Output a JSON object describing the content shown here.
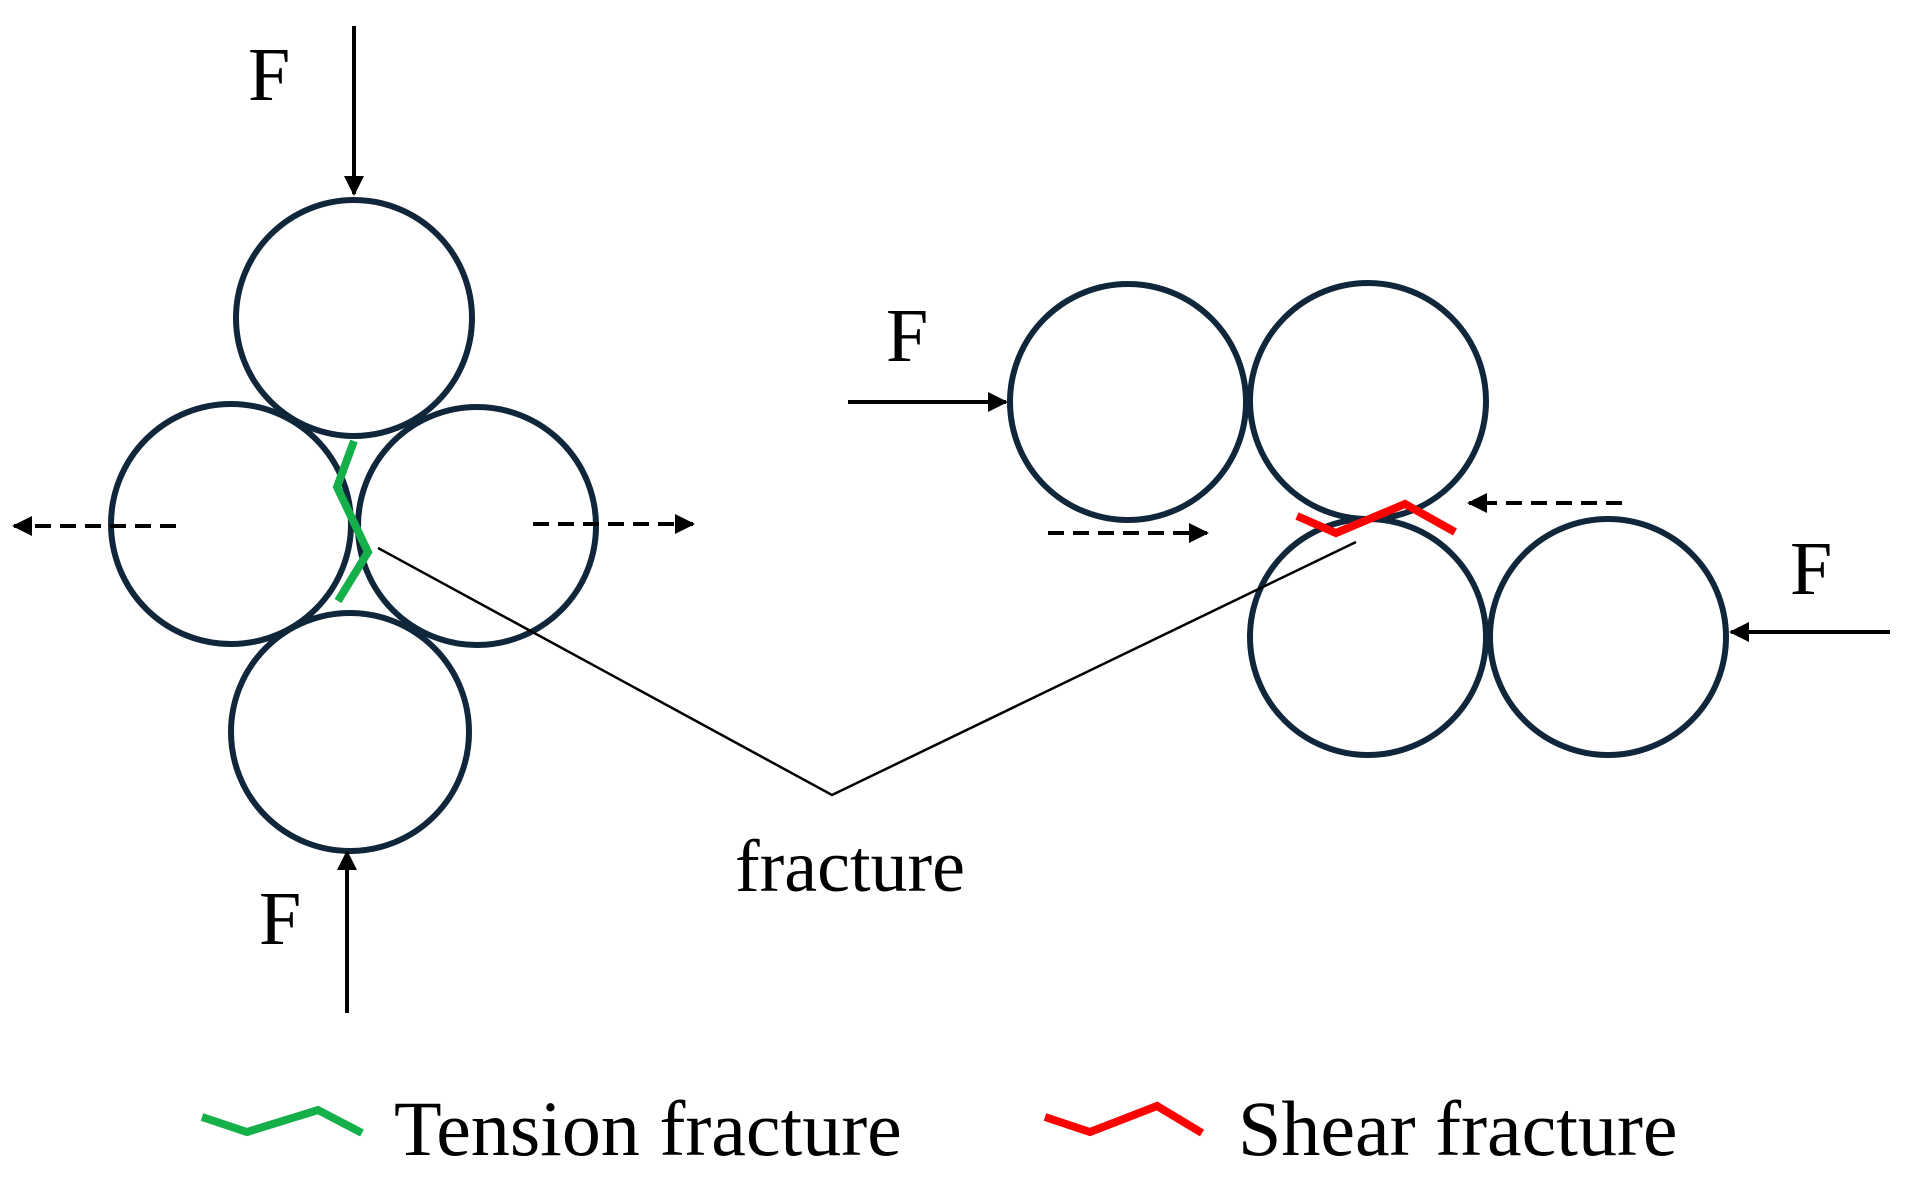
{
  "labels": {
    "force_top_left": "F",
    "force_bottom_left": "F",
    "force_left_right_group": "F",
    "force_right_right_group": "F",
    "fracture": "fracture"
  },
  "legend": {
    "tension": "Tension fracture",
    "shear": "Shear fracture"
  },
  "colors": {
    "particle_outline": "#10263a",
    "tension_fracture": "#16b04b",
    "shear_fracture": "#ff0000",
    "arrow": "#000000"
  }
}
